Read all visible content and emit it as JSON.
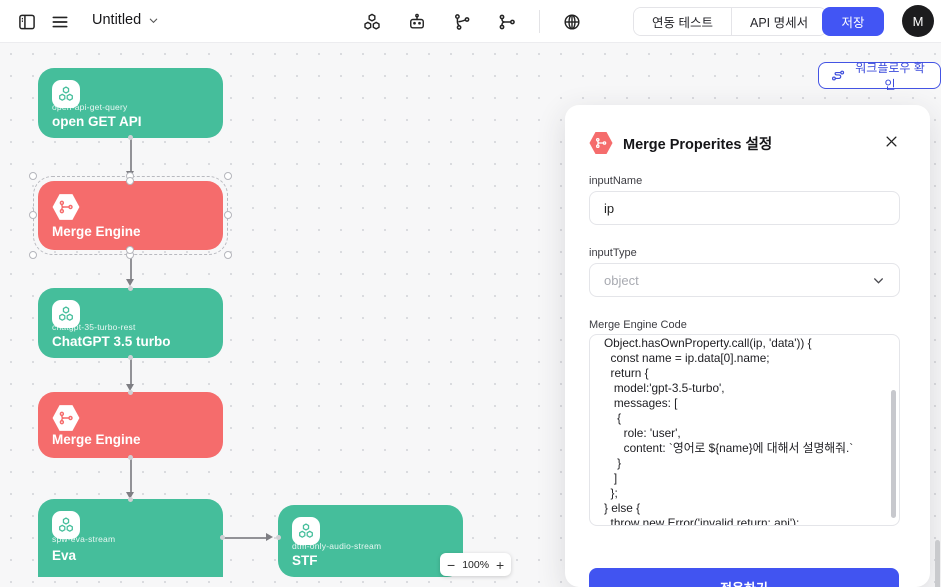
{
  "topbar": {
    "title": "Untitled",
    "test_button": "연동 테스트",
    "api_spec_button": "API 명세서",
    "save_button": "저장",
    "avatar_initial": "M",
    "icons": [
      "sidebar-panel-icon",
      "menu-icon",
      "blocks-icon",
      "bot-icon",
      "split-icon",
      "merge-icon",
      "deploy-globe-icon"
    ]
  },
  "canvas": {
    "workflow_check_button": "워크플로우 확인",
    "zoom_control": {
      "minus": "−",
      "level": "100%",
      "plus": "+"
    },
    "nodes": [
      {
        "id": "node-open-get-api",
        "sub": "open-api-get-query",
        "title": "open GET API",
        "color": "#45be9b"
      },
      {
        "id": "node-merge-engine-1",
        "sub": "",
        "title": "Merge Engine",
        "color": "#f56c6c",
        "selected": true
      },
      {
        "id": "node-chatgpt",
        "sub": "chatgpt-35-turbo-rest",
        "title": "ChatGPT 3.5 turbo",
        "color": "#45be9b"
      },
      {
        "id": "node-merge-engine-2",
        "sub": "",
        "title": "Merge Engine",
        "color": "#f56c6c"
      },
      {
        "id": "node-eva",
        "sub": "spw-eva-stream",
        "title": "Eva",
        "color": "#45be9b"
      },
      {
        "id": "node-stf",
        "sub": "dtm-only-audio-stream",
        "title": "STF",
        "color": "#45be9b"
      }
    ]
  },
  "panel": {
    "title": "Merge Properites 설정",
    "input_name": {
      "label": "inputName",
      "value": "ip"
    },
    "input_type": {
      "label": "inputType",
      "value": "object"
    },
    "code": {
      "label": "Merge Engine Code",
      "value": "Object.hasOwnProperty.call(ip, 'data')) {\n  const name = ip.data[0].name;\n  return {\n   model:'gpt-3.5-turbo',\n   messages: [\n    {\n      role: 'user',\n      content: `영어로 ${name}에 대해서 설명해줘.`\n    }\n   ]\n  };\n} else {\n  throw new Error('invalid return: api');\n}"
    },
    "apply_button": "적용하기"
  },
  "colors": {
    "node_green": "#45be9b",
    "node_red": "#f56c6c",
    "accent_blue": "#4255f4",
    "workflow_button_blue": "#3b4bdb",
    "canvas_bg": "#f7f7f8",
    "edge_gray": "#929297"
  }
}
